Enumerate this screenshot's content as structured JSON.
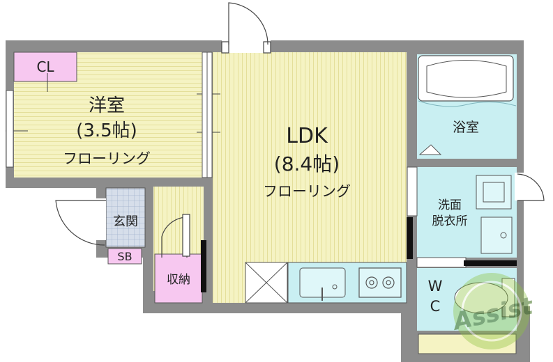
{
  "rooms": {
    "western": {
      "name": "洋室",
      "size": "(3.5帖)",
      "floor": "フローリング"
    },
    "ldk": {
      "name": "LDK",
      "size": "(8.4帖)",
      "floor": "フローリング"
    },
    "bath": {
      "name": "浴室"
    },
    "washroom": {
      "line1": "洗面",
      "line2": "脱衣所"
    },
    "wc": {
      "line1": "W",
      "line2": "C"
    },
    "entrance": {
      "name": "玄関"
    },
    "storage": {
      "name": "収納"
    },
    "closet": {
      "name": "CL"
    },
    "shoe_box": {
      "name": "SB"
    }
  },
  "watermark": "Assist",
  "colors": {
    "wall": "#8c8c8c",
    "floor_yellow": "#f5f3c3",
    "wet_area": "#c9eff2",
    "closet_pink": "#f7c8f0",
    "entrance_tile": "#cfd8e8"
  }
}
